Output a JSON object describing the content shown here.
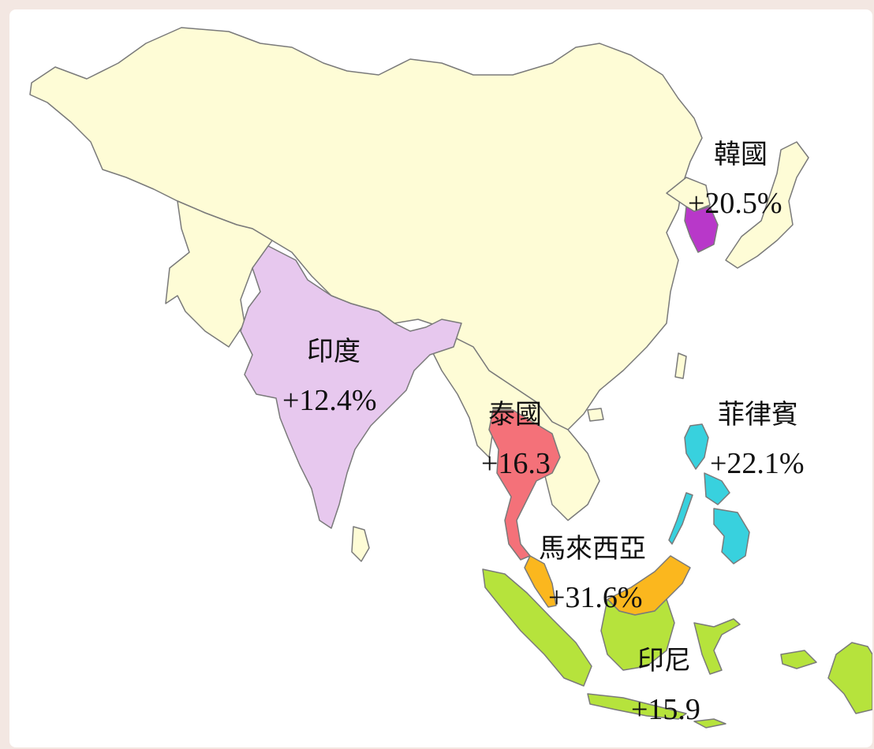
{
  "map": {
    "colors": {
      "background_land": "#fefcd6",
      "border": "#7a7a7a",
      "korea": "#b838c9",
      "india": "#e7c8ee",
      "thailand": "#f47179",
      "philippines": "#38d1de",
      "malaysia": "#fbb71e",
      "indonesia": "#b6e33c",
      "page_bg": "#f3e7e2"
    },
    "regions": [
      {
        "id": "korea",
        "name": "韓國",
        "value": "+20.5%"
      },
      {
        "id": "india",
        "name": "印度",
        "value": "+12.4%"
      },
      {
        "id": "thailand",
        "name": "泰國",
        "value": "+16.3"
      },
      {
        "id": "philippines",
        "name": "菲律賓",
        "value": "+22.1%"
      },
      {
        "id": "malaysia",
        "name": "馬來西亞",
        "value": "+31.6%"
      },
      {
        "id": "indonesia",
        "name": "印尼",
        "value": "+15.9"
      }
    ]
  }
}
